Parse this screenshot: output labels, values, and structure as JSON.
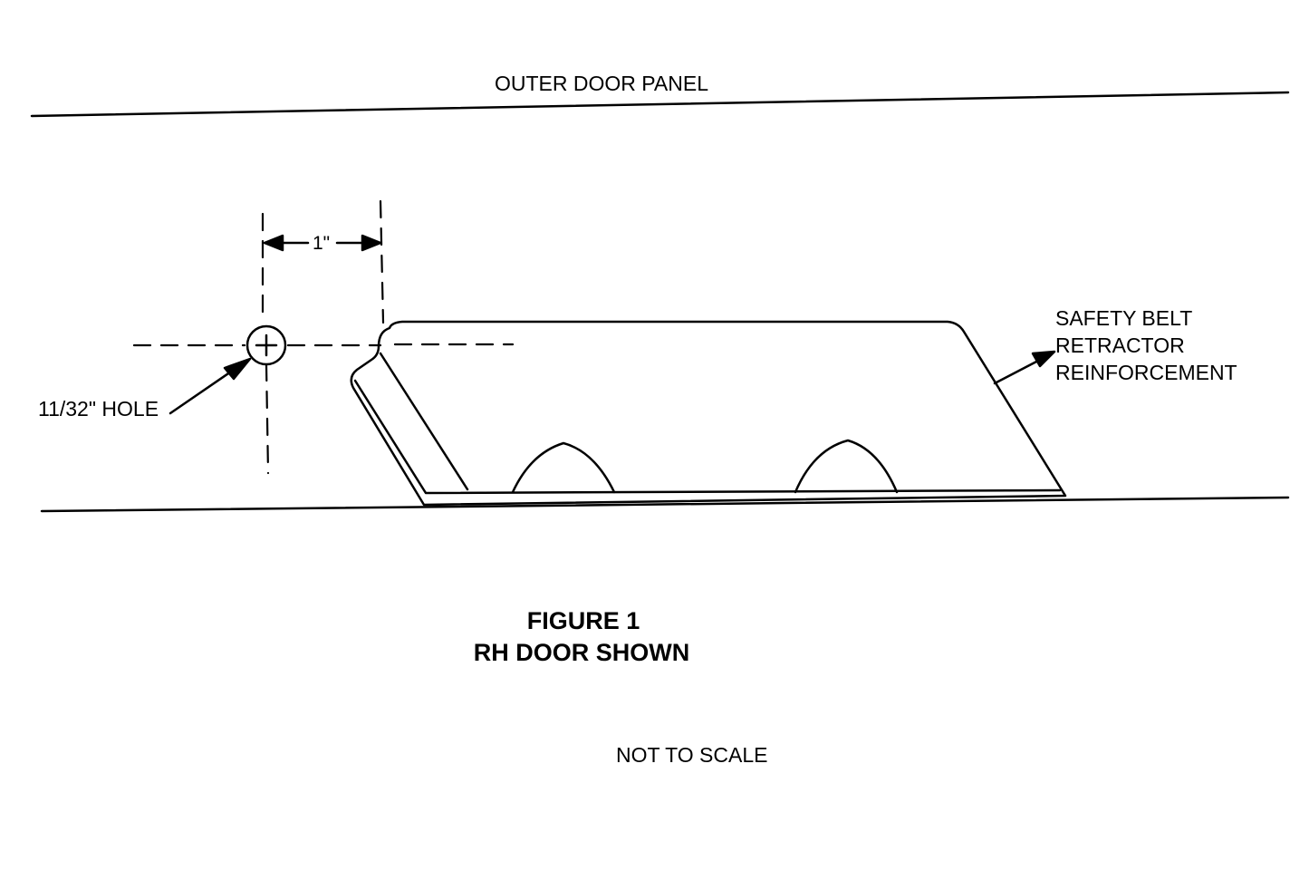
{
  "labels": {
    "outer_panel": "OUTER DOOR PANEL",
    "dimension": "1\"",
    "hole": "11/32\" HOLE",
    "reinforcement": [
      "SAFETY BELT",
      "RETRACTOR",
      "REINFORCEMENT"
    ],
    "figure_number": "FIGURE 1",
    "figure_title": "RH DOOR SHOWN",
    "scale_note": "NOT TO SCALE"
  },
  "colors": {
    "line": "#000000",
    "background": "#ffffff"
  }
}
